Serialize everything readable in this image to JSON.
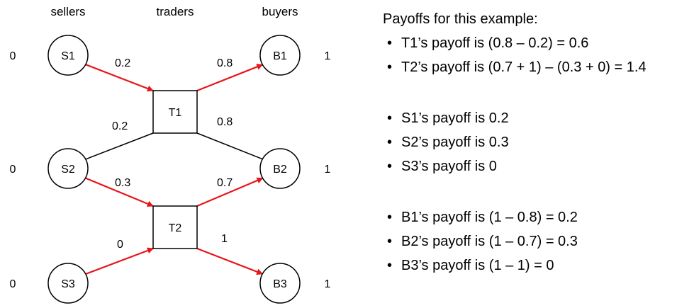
{
  "headers": {
    "sellers": "sellers",
    "traders": "traders",
    "buyers": "buyers"
  },
  "nodes": {
    "S1": "S1",
    "S2": "S2",
    "S3": "S3",
    "T1": "T1",
    "T2": "T2",
    "B1": "B1",
    "B2": "B2",
    "B3": "B3"
  },
  "values": {
    "S1": "0",
    "S2": "0",
    "S3": "0",
    "B1": "1",
    "B2": "1",
    "B3": "1"
  },
  "edges": [
    {
      "from": "S1",
      "to": "T1",
      "label": "0.2",
      "highlighted": true
    },
    {
      "from": "S2",
      "to": "T1",
      "label": "0.2",
      "highlighted": false
    },
    {
      "from": "S2",
      "to": "T2",
      "label": "0.3",
      "highlighted": true
    },
    {
      "from": "S3",
      "to": "T2",
      "label": "0",
      "highlighted": true
    },
    {
      "from": "T1",
      "to": "B1",
      "label": "0.8",
      "highlighted": true
    },
    {
      "from": "T1",
      "to": "B2",
      "label": "0.8",
      "highlighted": false
    },
    {
      "from": "T2",
      "to": "B2",
      "label": "0.7",
      "highlighted": true
    },
    {
      "from": "T2",
      "to": "B3",
      "label": "1",
      "highlighted": true
    }
  ],
  "colors": {
    "highlight": "#e8151b",
    "normal": "#000000"
  },
  "payoffs": {
    "title": "Payoffs for this example:",
    "bullet": "•",
    "traders": [
      "T1’s payoff is (0.8 – 0.2) = 0.6",
      "T2’s payoff is (0.7 + 1) – (0.3 + 0) = 1.4"
    ],
    "sellers": [
      "S1’s payoff is 0.2",
      "S2’s payoff is 0.3",
      "S3’s payoff is 0"
    ],
    "buyers": [
      "B1’s payoff is (1 – 0.8) = 0.2",
      "B2’s payoff is (1 – 0.7) = 0.3",
      "B3’s payoff is (1 – 1) = 0"
    ]
  }
}
